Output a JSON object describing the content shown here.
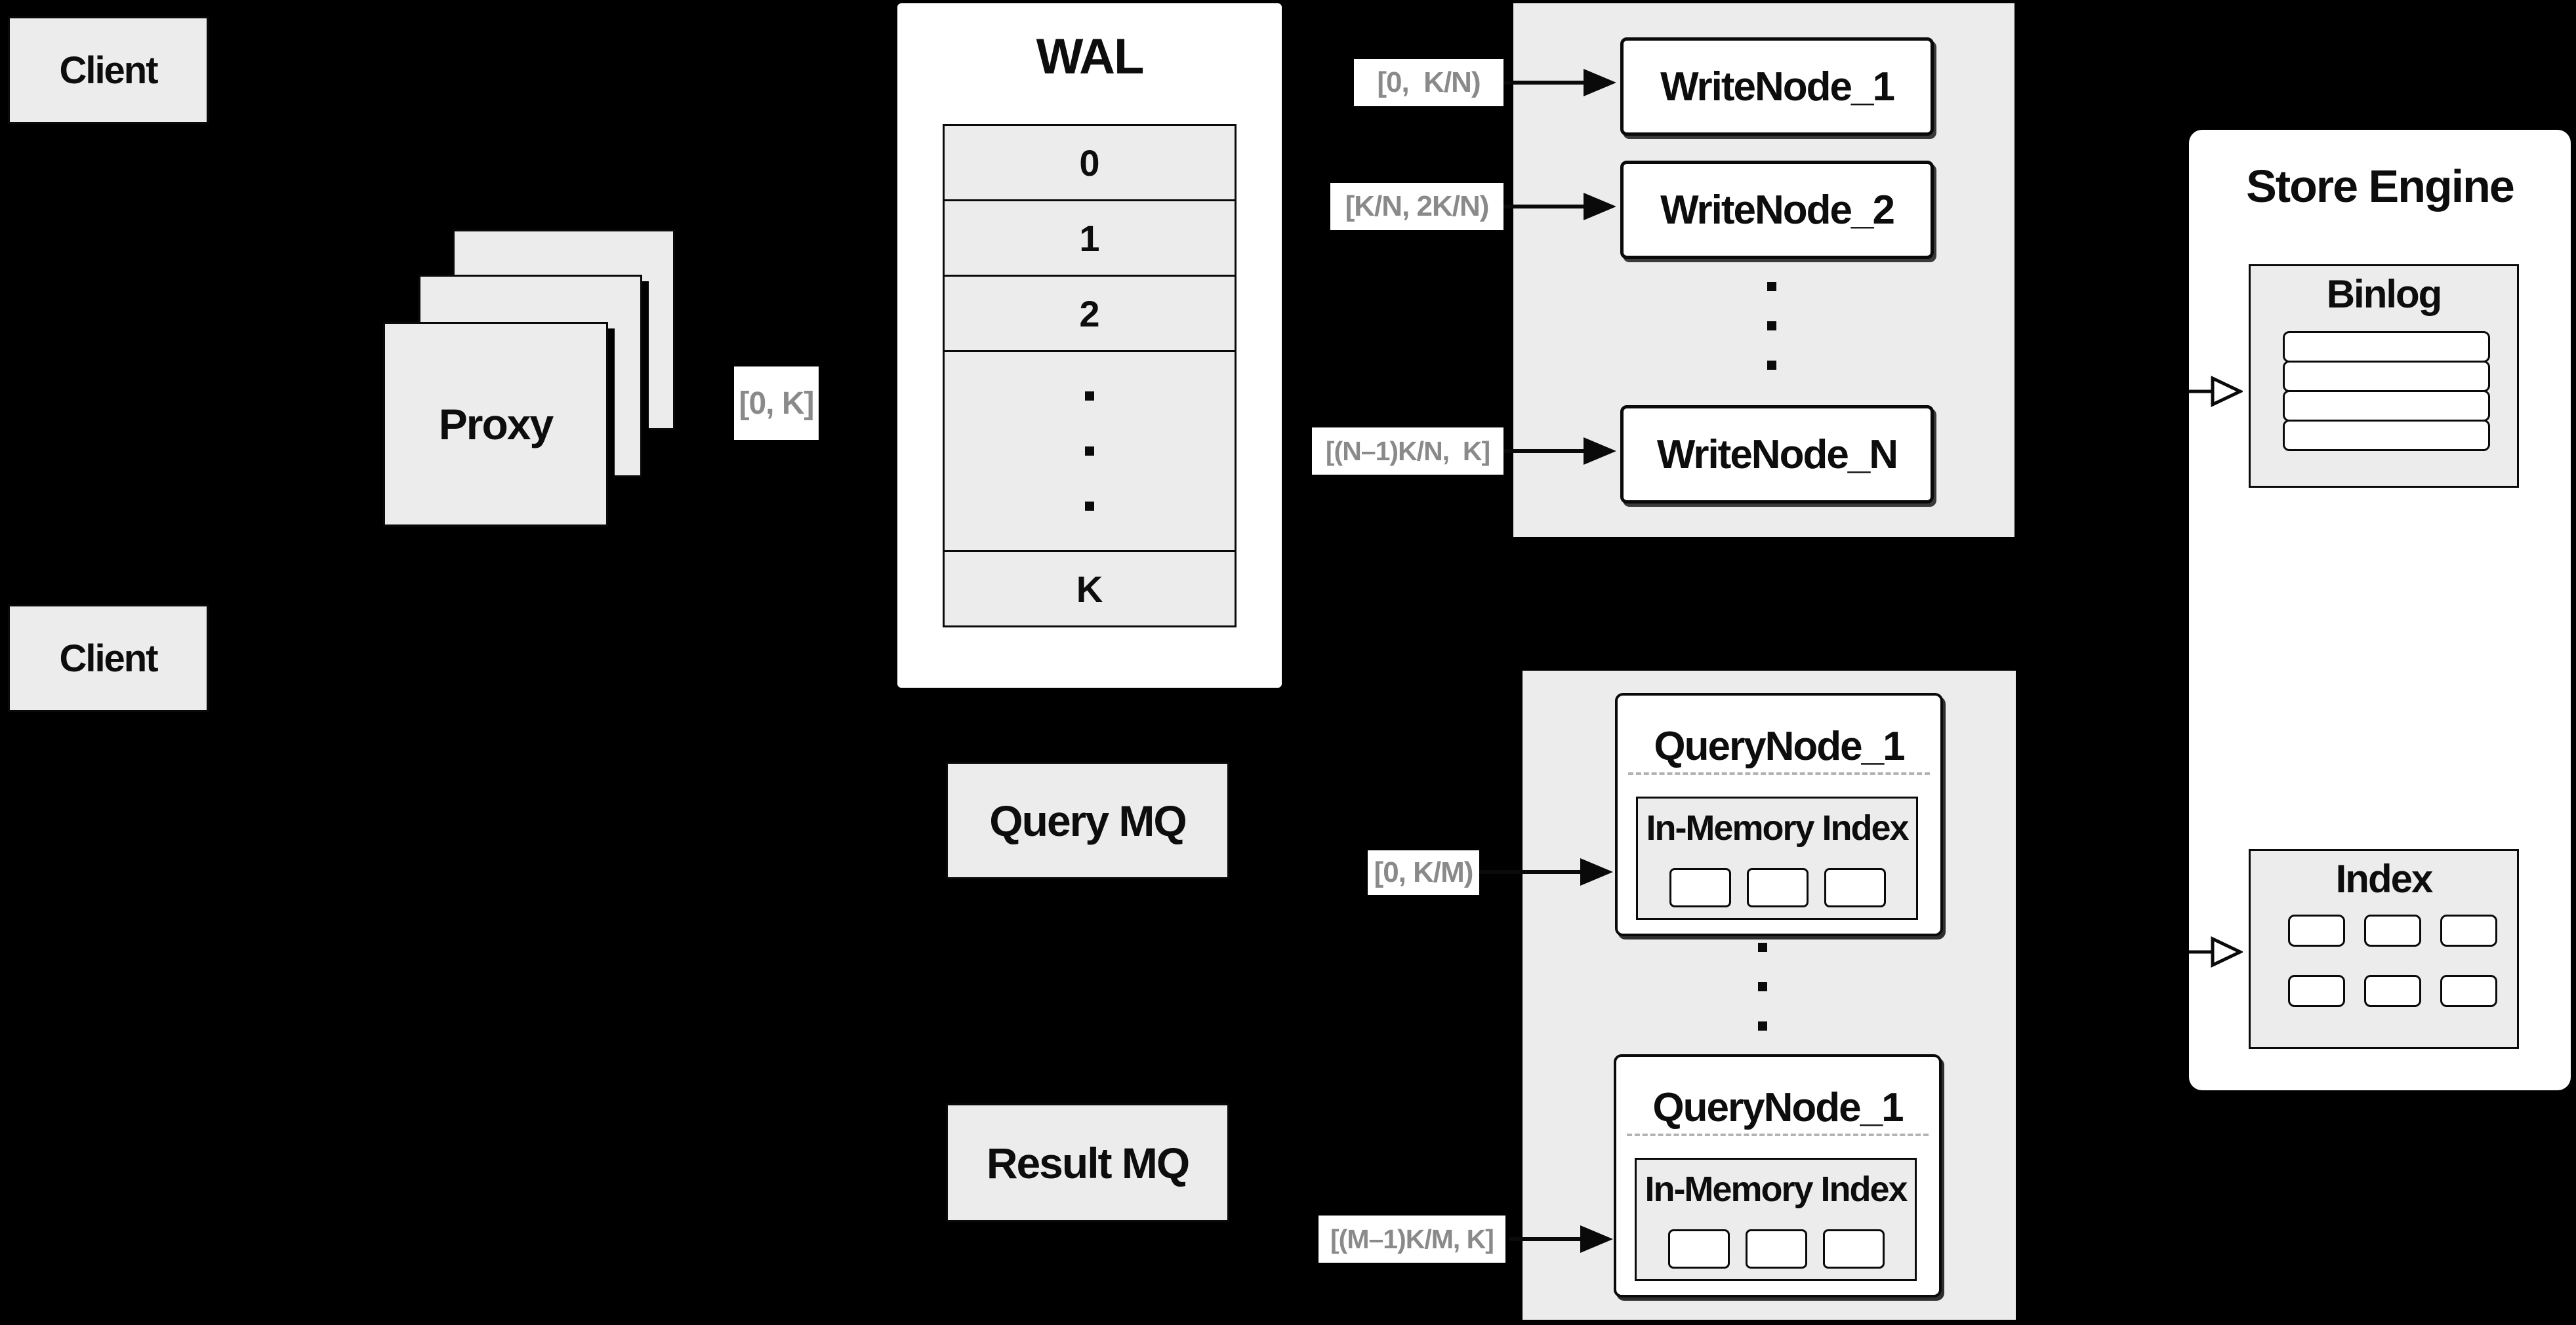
{
  "colors": {
    "background": "#000000",
    "panel_gray": "#ececec",
    "box_fill": "#ffffff",
    "line_black": "#0a0a0a",
    "range_label_text": "#8a8a8a",
    "dashed_separator": "#b3b3b3"
  },
  "clients": {
    "top": "Client",
    "bottom": "Client"
  },
  "proxy": {
    "label": "Proxy"
  },
  "ranges": {
    "proxy_to_wal": "[0, K]",
    "write": [
      "[0,  K/N)",
      "[K/N, 2K/N)",
      "[(N–1)K/N,  K]"
    ],
    "query": [
      "[0, K/M)",
      "[(M–1)K/M, K]"
    ]
  },
  "wal": {
    "title": "WAL",
    "rows": [
      "0",
      "1",
      "2"
    ],
    "last_row": "K"
  },
  "mq": {
    "query": "Query MQ",
    "result": "Result MQ"
  },
  "write_panel": {
    "nodes": [
      "WriteNode_1",
      "WriteNode_2",
      "WriteNode_N"
    ]
  },
  "query_panel": {
    "nodes": [
      {
        "title": "QueryNode_1",
        "inner": "In-Memory Index"
      },
      {
        "title": "QueryNode_1",
        "inner": "In-Memory Index"
      }
    ]
  },
  "store": {
    "title": "Store Engine",
    "binlog": "Binlog",
    "index": "Index"
  }
}
